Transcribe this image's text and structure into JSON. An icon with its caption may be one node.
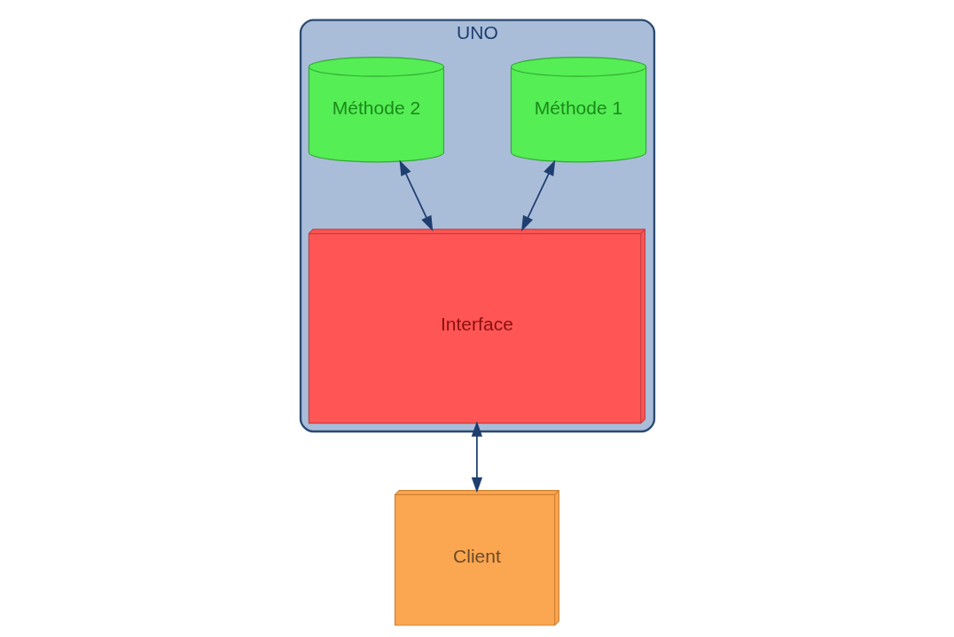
{
  "diagram": {
    "nodes": [
      {
        "text": [
          "UNO"
        ]
      },
      {
        "text": [
          "Méthode 1"
        ],
        "in": 0
      },
      {
        "text": [
          "Méthode 2"
        ],
        "in": 0
      },
      {
        "text": [
          "Interface"
        ],
        "in": 0
      },
      {
        "text": [
          "Client"
        ]
      }
    ],
    "edges": [
      {
        "from": 1,
        "to": 3,
        "arrow": "both"
      },
      {
        "from": 2,
        "to": 3,
        "arrow": "both"
      },
      {
        "from": 3,
        "to": 4,
        "arrow": "both"
      }
    ]
  }
}
